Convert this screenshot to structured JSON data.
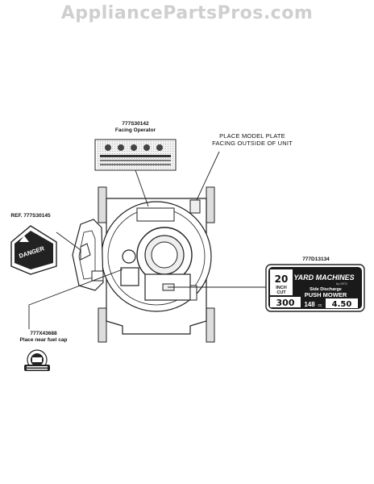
{
  "watermark": "AppliancePartsPros.com",
  "callouts": {
    "facing_operator": {
      "part": "777S30142",
      "note": "Facing Operator"
    },
    "model_plate": {
      "line1": "PLACE MODEL PLATE",
      "line2": "FACING OUTSIDE OF UNIT"
    },
    "danger_decal": {
      "ref": "REF. 777S30145",
      "word": "DANGER"
    },
    "model_decal": {
      "part": "777D13134"
    },
    "fuel_cap": {
      "part": "777X43688",
      "note": "Place near fuel cap"
    }
  },
  "model_label": {
    "brand": "YARD MACHINES",
    "brand_sub": "by MTD",
    "size": "20",
    "inch_cut_line1": "INCH",
    "inch_cut_line2": "CUT",
    "discharge": "Side Discharge",
    "type": "PUSH MOWER",
    "model_number": "300",
    "cc": "148",
    "cc_unit": "cc",
    "torque": "4.50"
  }
}
